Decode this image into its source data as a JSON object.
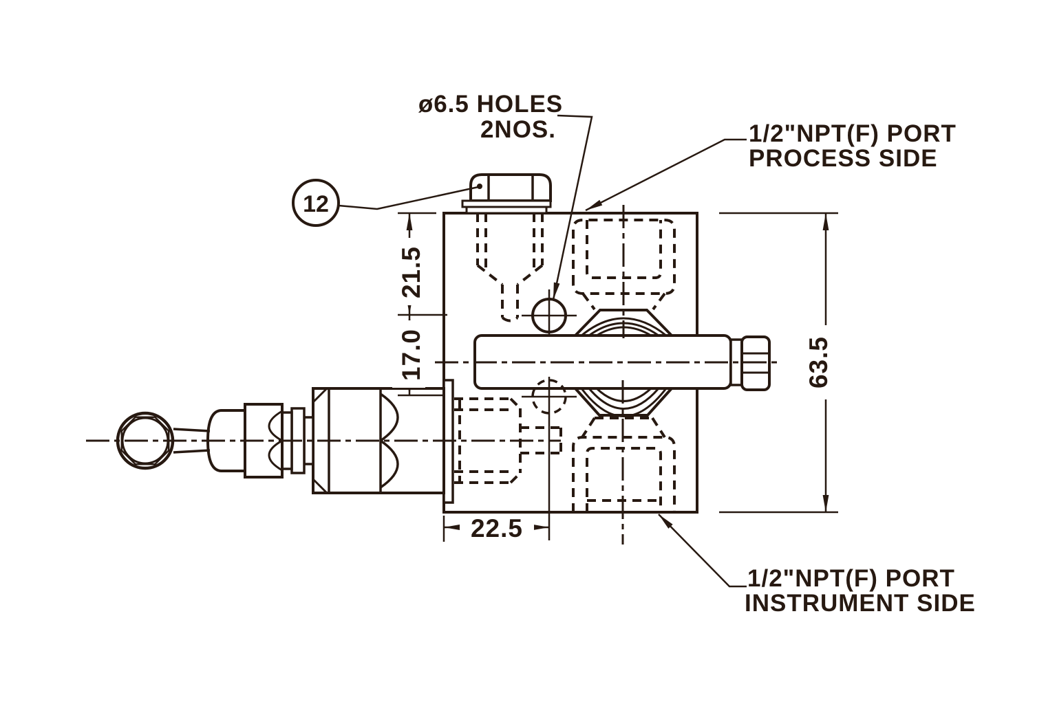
{
  "diagram": {
    "title": "manifold-valve-outline-drawing",
    "balloon": {
      "label": "12"
    },
    "notes": {
      "holes": {
        "line1": "ø6.5 HOLES",
        "line2": "2NOS."
      },
      "process_port": {
        "line1": "1/2\"NPT(F) PORT",
        "line2": "PROCESS SIDE"
      },
      "instrument_port": {
        "line1": "1/2\"NPT(F) PORT",
        "line2": "INSTRUMENT SIDE"
      }
    },
    "dimensions": {
      "hole_top_offset": "21.5",
      "hole_pitch": "17.0",
      "hole_edge_offset": "22.5",
      "block_height": "63.5"
    },
    "colors": {
      "line": "#271911",
      "background": "#ffffff"
    }
  }
}
